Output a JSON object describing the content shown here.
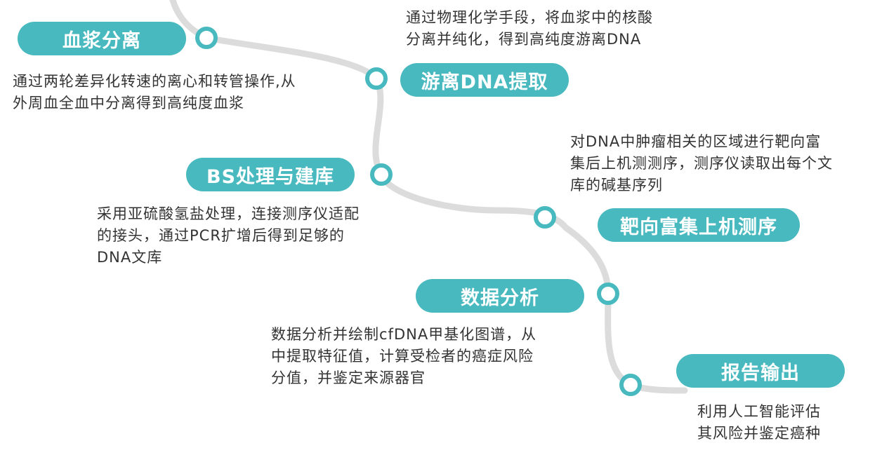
{
  "colors": {
    "accent": "#48b9bf",
    "path": "#dcdcdc",
    "text": "#333333",
    "background": "#ffffff"
  },
  "steps": [
    {
      "title": "血浆分离",
      "description": [
        "通过两轮差异化转速的离心和转管操作,从",
        "外周血全血中分离得到高纯度血浆"
      ]
    },
    {
      "title": "游离DNA提取",
      "description": [
        "通过物理化学手段，将血浆中的核酸",
        "分离并纯化，得到高纯度游离DNA"
      ]
    },
    {
      "title": "BS处理与建库",
      "description": [
        "采用亚硫酸氢盐处理，连接测序仪适配",
        "的接头，通过PCR扩增后得到足够的",
        "DNA文库"
      ]
    },
    {
      "title": "靶向富集上机测序",
      "description": [
        "对DNA中肿瘤相关的区域进行靶向富",
        "集后上机测测序，测序仪读取出每个文",
        "库的碱基序列"
      ]
    },
    {
      "title": "数据分析",
      "description": [
        "数据分析并绘制cfDNA甲基化图谱，从",
        "中提取特征值，计算受检者的癌症风险",
        "分值，并鉴定来源器官"
      ]
    },
    {
      "title": "报告输出",
      "description": [
        "利用人工智能评估",
        "其风险并鉴定癌种"
      ]
    }
  ]
}
